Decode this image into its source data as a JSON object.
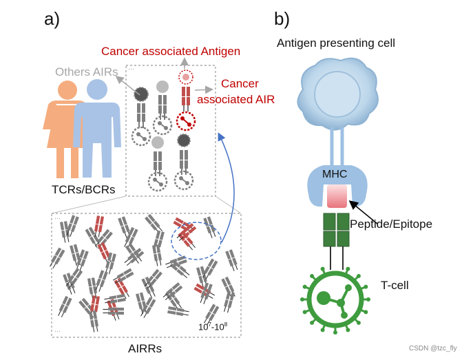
{
  "panels": {
    "a": "a)",
    "b": "b)"
  },
  "labels": {
    "cancer_antigen": "Cancer associated Antigen",
    "others_airs": "Others AIRs",
    "cancer_air_line1": "Cancer",
    "cancer_air_line2": "associated AIR",
    "tcrs_bcrs": "TCRs/BCRs",
    "range_base_1": "10",
    "range_exp_1": "7",
    "range_sep": "-10",
    "range_exp_2": "8",
    "airrs": "AIRRs",
    "apc": "Antigen presenting cell",
    "mhc": "MHC",
    "peptide": "Peptide/Epitope",
    "tcell": "T-cell",
    "watermark": "CSDN @tzc_fly",
    "ellipsis_1": "...",
    "ellipsis_2": "...",
    "ellipsis_3": "..."
  },
  "colors": {
    "female": "#f5ad7f",
    "male": "#a9c3e6",
    "cancer": "#c00000",
    "receptor_grey": "#7f7f7f",
    "receptor_dark": "#595959",
    "tcell_green": "#3e9b3e",
    "apc_blue": "#b9d4ea",
    "mhc_blue": "#9dc0e3",
    "epitope_pink": "#f08a90",
    "arrow_blue": "#4472c4"
  }
}
